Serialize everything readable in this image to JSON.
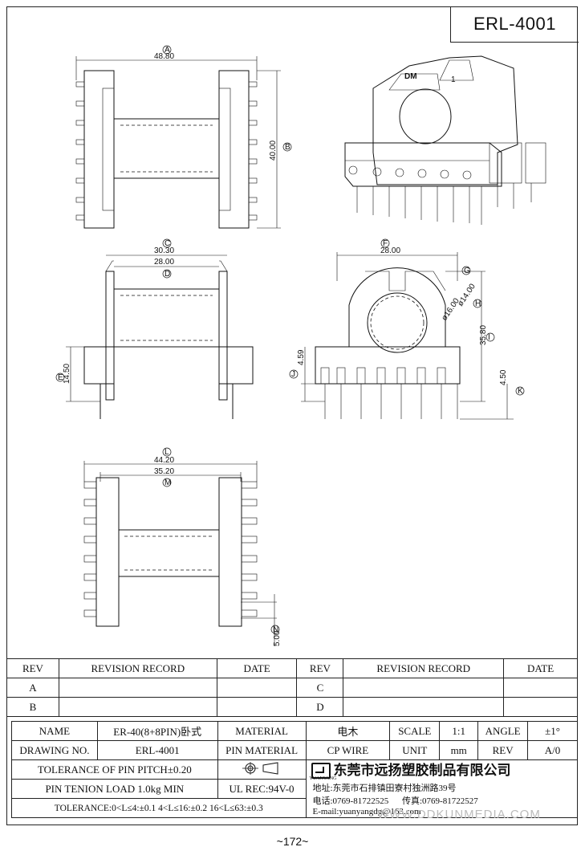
{
  "title": "ERL-4001",
  "dims": {
    "A": "48.80",
    "B": "40.00",
    "C": "30.30",
    "D": "28.00",
    "E": "14.50",
    "F": "28.00",
    "G": "ø14.00",
    "H": "ø16.00",
    "I": "35.80",
    "J": "4.59",
    "K": "4.50",
    "L": "44.20",
    "M": "35.20",
    "N": "5.00"
  },
  "circle_letters": {
    "a": "A",
    "b": "B",
    "c": "C",
    "d": "D",
    "e": "E",
    "f": "F",
    "g": "G",
    "h": "H",
    "i": "I",
    "j": "J",
    "k": "K",
    "l": "L",
    "m": "M",
    "n": "N"
  },
  "iso_labels": {
    "dm": "DM",
    "one": "1"
  },
  "revision": {
    "rev_header": "REV",
    "record_header": "REVISION RECORD",
    "date_header": "DATE",
    "rows_left": [
      "A",
      "B"
    ],
    "rows_right": [
      "C",
      "D"
    ]
  },
  "info": {
    "name_label": "NAME",
    "name_value": "ER-40(8+8PIN)卧式",
    "material_label": "MATERIAL",
    "material_value": "电木",
    "scale_label": "SCALE",
    "scale_value": "1:1",
    "angle_label": "ANGLE",
    "angle_value": "±1°",
    "drawing_no_label": "DRAWING NO.",
    "drawing_no_value": "ERL-4001",
    "pin_material_label": "PIN MATERIAL",
    "pin_material_value": "CP WIRE",
    "unit_label": "UNIT",
    "unit_value": "mm",
    "rev_label": "REV",
    "rev_value": "A/0",
    "tolerance_pitch": "TOLERANCE OF PIN PITCH±0.20",
    "pin_load": "PIN TENION LOAD 1.0kg MIN",
    "ul_rec": "UL REC:94V-0",
    "tolerance_line": "TOLERANCE:0<L≤4:±0.1  4<L≤16:±0.2  16<L≤63:±0.3",
    "company_name": "东莞市远扬塑胶制品有限公司",
    "company_logo_text": "YUANYANG",
    "address": "地址:东莞市石排镇田寮村独洲路39号",
    "phone": "电话:0769-81722525",
    "fax": "传真:0769-81722527",
    "email": "E-mail:yuanyangdg@163.com"
  },
  "watermark": "WWW.DDKUNMEDIA.COM",
  "page_number": "~172~"
}
